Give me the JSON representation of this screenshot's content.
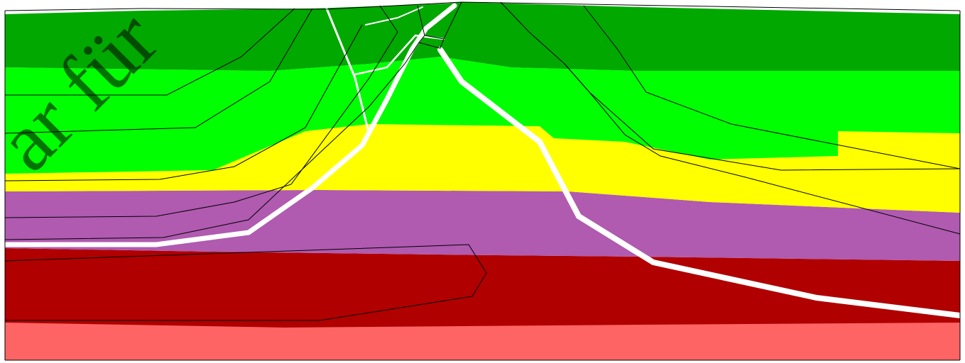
{
  "diagram": {
    "layers": [
      {
        "name": "layer-dark-green",
        "color": "#00A800"
      },
      {
        "name": "layer-light-green",
        "color": "#00FF00"
      },
      {
        "name": "layer-yellow",
        "color": "#FFFF00"
      },
      {
        "name": "layer-purple",
        "color": "#B05AB0"
      },
      {
        "name": "layer-dark-red",
        "color": "#B00000"
      },
      {
        "name": "layer-salmon",
        "color": "#FF6464"
      }
    ],
    "fault_color": "#FFFFFF",
    "outline_color": "#000000"
  },
  "watermark": {
    "text": "ar für"
  }
}
